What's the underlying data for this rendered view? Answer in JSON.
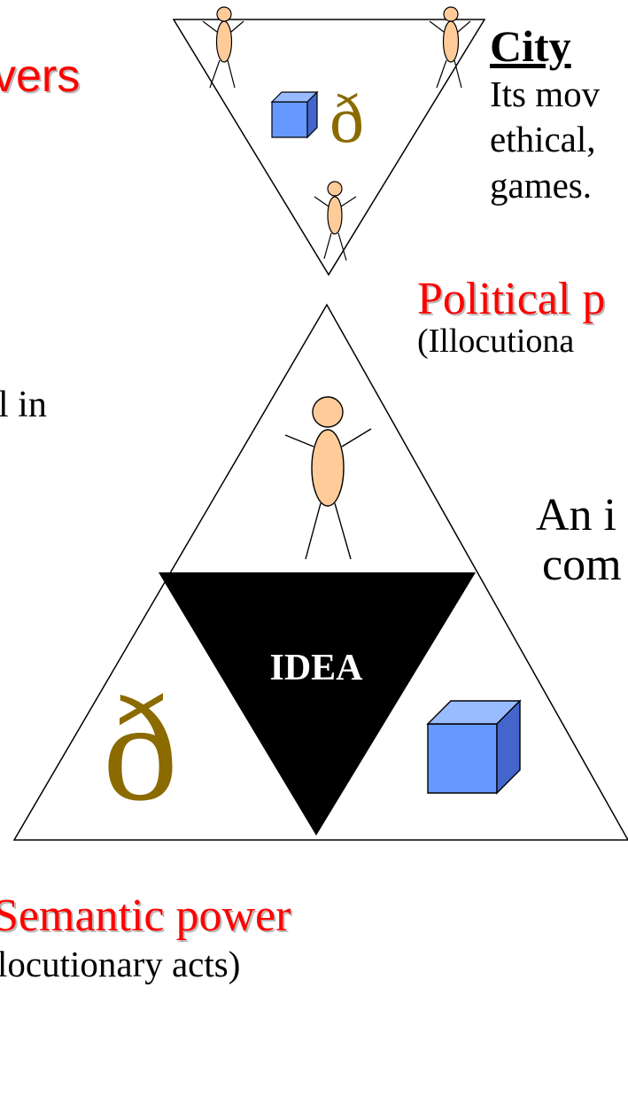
{
  "top_left": {
    "powers_fragment": "vers"
  },
  "city": {
    "title": "City",
    "lines": [
      "Its mov",
      "ethical,",
      "games."
    ]
  },
  "political": {
    "title": "Political p",
    "subtitle": "(Illocutiona"
  },
  "left_fragment": "l in",
  "right_fragment": {
    "line1": "An i",
    "line2": "com"
  },
  "center": {
    "label": "IDEA"
  },
  "semantic": {
    "title": "Semantic power",
    "subtitle": "locutionary acts)"
  },
  "symbols": {
    "eth_glyph": "ð"
  },
  "colors": {
    "heading_red": "#ff0000",
    "eth_olive": "#8b6a00",
    "cube_blue": "#6699ff",
    "person_skin": "#ffcc99",
    "idea_black": "#000000"
  }
}
